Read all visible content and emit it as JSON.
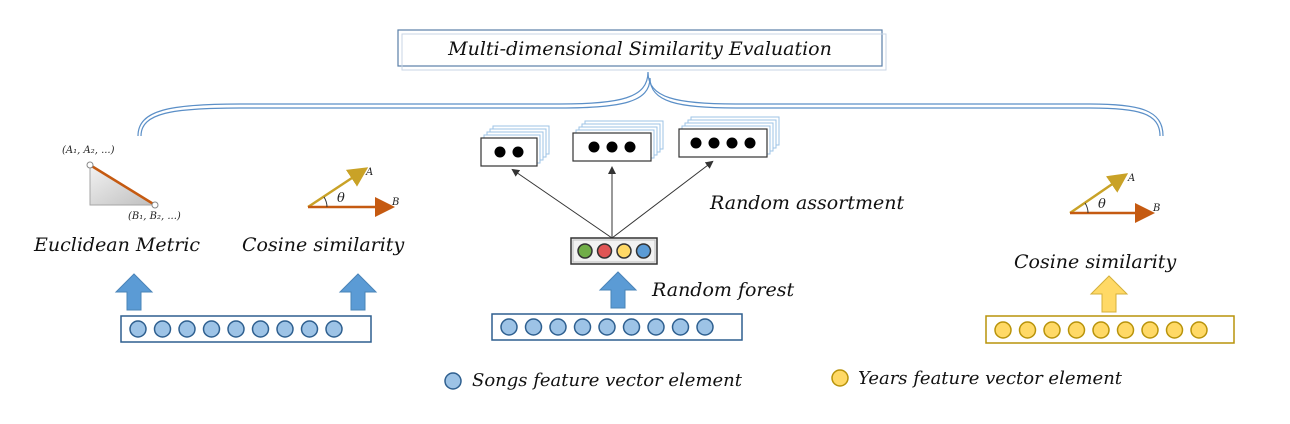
{
  "title": "Multi-dimensional Similarity Evaluation",
  "colors": {
    "blue": "#5b9bd5",
    "blue_dark": "#2e5f8f",
    "yellow": "#ffd966",
    "yellow_dark": "#b8930a",
    "orange": "#c55a11",
    "gold": "#c9a227",
    "green": "#70ad47",
    "red": "#e05555",
    "arrow_blue": "#5b9bd5",
    "arrow_yellow": "#ffd966"
  },
  "left": {
    "euclidean_label": "Euclidean Metric",
    "cosine_label": "Cosine similarity",
    "point_a": "(A₁, A₂, ...)",
    "point_b": "(B₁, B₂, ...)",
    "vec_a": "A",
    "vec_b": "B",
    "theta": "θ",
    "vector_count": 9
  },
  "middle": {
    "random_assortment_label": "Random assortment",
    "random_forest_label": "Random forest",
    "stacks": [
      2,
      3,
      4
    ],
    "mini_vector": [
      "green",
      "red",
      "yellow",
      "blue"
    ],
    "vector_count": 9
  },
  "right": {
    "cosine_label": "Cosine similarity",
    "vec_a": "A",
    "vec_b": "B",
    "theta": "θ",
    "vector_count": 9
  },
  "legend": {
    "songs": "Songs feature vector element",
    "years": "Years feature vector element"
  }
}
